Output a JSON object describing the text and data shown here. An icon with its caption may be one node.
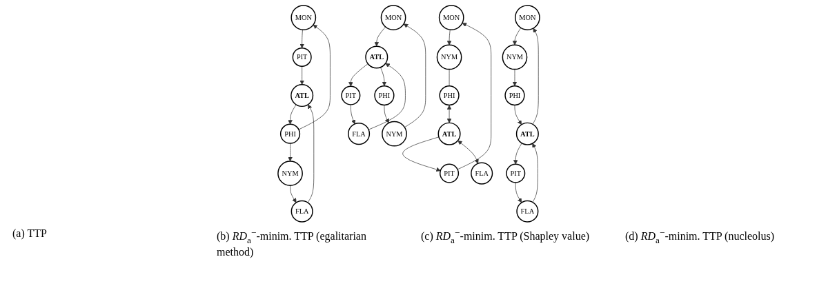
{
  "diagram": {
    "nodes": [
      {
        "text": [
          "MON"
        ]
      },
      {
        "text": [
          "PIT"
        ]
      },
      {
        "text": [
          "NYM"
        ]
      },
      {
        "text": [
          "PHI"
        ]
      },
      {
        "text": [
          "ATL"
        ]
      },
      {
        "text": [
          "FLA"
        ]
      },
      {
        "text": [
          "MON"
        ]
      },
      {
        "text": [
          "PIT"
        ]
      },
      {
        "text": [
          "NYM"
        ]
      },
      {
        "text": [
          "PHI"
        ]
      },
      {
        "text": [
          "ATL"
        ]
      },
      {
        "text": [
          "FLA"
        ]
      },
      {
        "text": [
          "MON"
        ]
      },
      {
        "text": [
          "PIT"
        ]
      },
      {
        "text": [
          "NYM"
        ]
      },
      {
        "text": [
          "PHI"
        ]
      },
      {
        "text": [
          "ATL"
        ]
      },
      {
        "text": [
          "FLA"
        ]
      },
      {
        "text": [
          "MON"
        ]
      },
      {
        "text": [
          "PIT"
        ]
      },
      {
        "text": [
          "NYM"
        ]
      },
      {
        "text": [
          "PHI"
        ]
      },
      {
        "text": [
          "ATL"
        ]
      },
      {
        "text": [
          "FLA"
        ]
      }
    ],
    "edges": [
      {
        "from": 3,
        "to": 0,
        "arrow": "to"
      },
      {
        "from": 0,
        "to": 1,
        "arrow": "to"
      },
      {
        "from": 1,
        "to": 4,
        "arrow": "to"
      },
      {
        "from": 4,
        "to": 3,
        "arrow": "to"
      },
      {
        "from": 3,
        "to": 2,
        "arrow": "to"
      },
      {
        "from": 2,
        "to": 5,
        "arrow": "to"
      },
      {
        "from": 5,
        "to": 4,
        "arrow": "to"
      },
      {
        "from": 10,
        "to": 7,
        "arrow": "to"
      },
      {
        "from": 7,
        "to": 11,
        "arrow": "to"
      },
      {
        "from": 11,
        "to": 10,
        "arrow": "to"
      },
      {
        "from": 10,
        "to": 9,
        "arrow": "to"
      },
      {
        "from": 9,
        "to": 8,
        "arrow": "to"
      },
      {
        "from": 8,
        "to": 6,
        "arrow": "to"
      },
      {
        "from": 6,
        "to": 10,
        "arrow": "to"
      },
      {
        "from": 16,
        "to": 13,
        "arrow": "to"
      },
      {
        "from": 13,
        "to": 17,
        "arrow": "to"
      },
      {
        "from": 17,
        "to": 16,
        "arrow": "to"
      },
      {
        "from": 16,
        "to": 12,
        "arrow": "to"
      },
      {
        "from": 12,
        "to": 14,
        "arrow": "to"
      },
      {
        "from": 14,
        "to": 15,
        "arrow": "to"
      },
      {
        "from": 15,
        "to": 16,
        "arrow": "to"
      },
      {
        "from": 22,
        "to": 19,
        "arrow": "to"
      },
      {
        "from": 19,
        "to": 18,
        "arrow": "to"
      },
      {
        "from": 18,
        "to": 20,
        "arrow": "to"
      },
      {
        "from": 20,
        "to": 21,
        "arrow": "none"
      },
      {
        "from": 21,
        "to": 22,
        "arrow": "both"
      },
      {
        "from": 22,
        "to": 23,
        "arrow": "both"
      }
    ],
    "labels": [
      "(a) TTP",
      "(b) *RD*$_{a}$$^{−}$-minim. TTP (egalitarian method)",
      "(c) *RD*$_{a}$$^{−}$-minim. TTP (Shapley value)",
      "(d) *RD*$_{a}$$^{−}$-minim. TTP (nucleolus)"
    ]
  }
}
